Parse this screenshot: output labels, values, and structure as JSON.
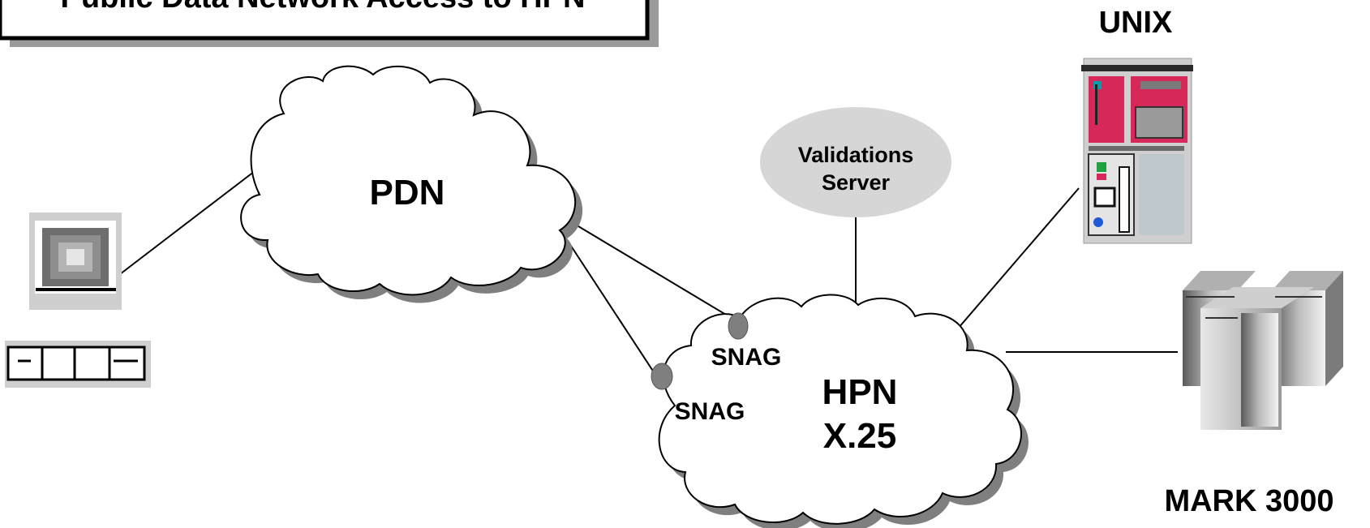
{
  "title": "Public Data Network Access to HPN",
  "nodes": {
    "pdn": "PDN",
    "hpn": {
      "line1": "HPN",
      "line2": "X.25"
    },
    "snag_upper": "SNAG",
    "snag_lower": "SNAG",
    "validations": {
      "line1": "Validations",
      "line2": "Server"
    },
    "unix": "UNIX",
    "mark3000": "MARK 3000"
  },
  "colors": {
    "cloud_fill": "#ffffff",
    "cloud_shadow": "#7f7f7f",
    "ellipse": "#d6d6d6",
    "snag_dot": "#7f7f7f",
    "unix_red": "#d7285a",
    "unix_frame": "#cfcfcf"
  }
}
